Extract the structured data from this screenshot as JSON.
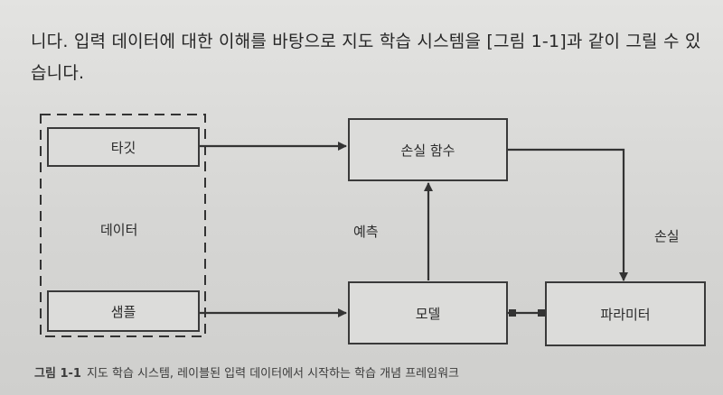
{
  "body_text": {
    "line1": "니다. 입력 데이터에 대한 이해를 바탕으로 지도 학습 시스템을 [그림 1-1]과 같이 그릴 수 있",
    "line2": "습니다."
  },
  "diagram": {
    "group_label": "데이터",
    "target": "타깃",
    "sample": "샘플",
    "loss_function": "손실 함수",
    "model": "모델",
    "parameters": "파라미터",
    "prediction": "예측",
    "loss": "손실"
  },
  "caption": {
    "number": "그림 1-1",
    "text": "지도 학습 시스템, 레이블된 입력 데이터에서 시작하는 학습 개념 프레임워크"
  }
}
